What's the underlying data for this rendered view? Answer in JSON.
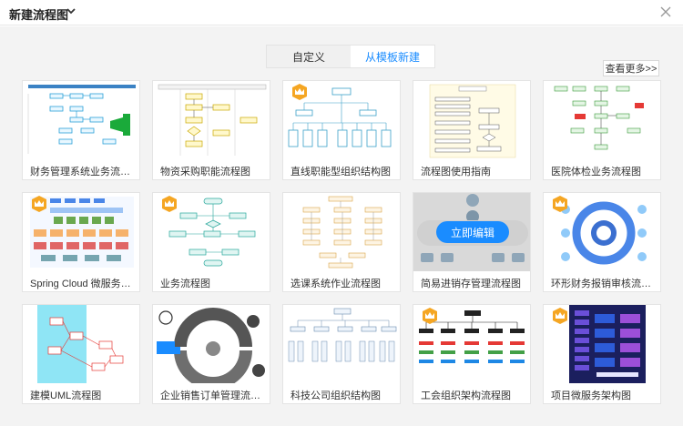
{
  "window": {
    "title": "新建流程图"
  },
  "tabs": [
    {
      "label": "自定义",
      "active": false
    },
    {
      "label": "从模板新建",
      "active": true
    }
  ],
  "more_label": "查看更多>>",
  "hover_button_label": "立即编辑",
  "templates": [
    {
      "caption": "财务管理系统业务流程图",
      "premium": false
    },
    {
      "caption": "物资采购职能流程图",
      "premium": false
    },
    {
      "caption": "直线职能型组织结构图",
      "premium": true
    },
    {
      "caption": "流程图使用指南",
      "premium": false
    },
    {
      "caption": "医院体检业务流程图",
      "premium": false
    },
    {
      "caption": "Spring Cloud 微服务总体...",
      "premium": true
    },
    {
      "caption": "业务流程图",
      "premium": true
    },
    {
      "caption": "选课系统作业流程图",
      "premium": false
    },
    {
      "caption": "简易进销存管理流程图",
      "premium": false,
      "hovered": true
    },
    {
      "caption": "环形财务报销审核流程图",
      "premium": true
    },
    {
      "caption": "建模UML流程图",
      "premium": false
    },
    {
      "caption": "企业销售订单管理流程图",
      "premium": false
    },
    {
      "caption": "科技公司组织结构图",
      "premium": false
    },
    {
      "caption": "工会组织架构流程图",
      "premium": true
    },
    {
      "caption": "项目微服务架构图",
      "premium": true
    }
  ],
  "colors": {
    "accent": "#1a8cff",
    "premium_badge": "#f5a623",
    "background": "#f3f3f3"
  }
}
